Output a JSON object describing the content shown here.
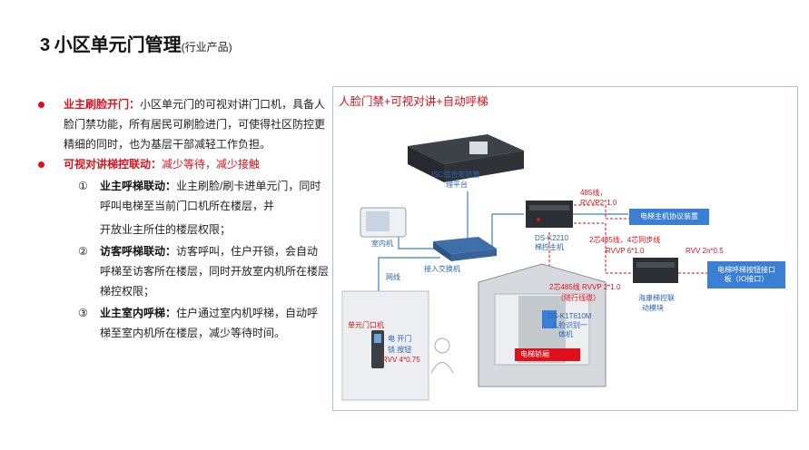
{
  "title": {
    "number": "3",
    "main": "小区单元门管理",
    "sub": "(行业产品)"
  },
  "bullets": [
    {
      "heading": "业主刷脸开门：",
      "body": "小区单元门的可视对讲门口机，具备人脸门禁功能，所有居民可刷脸进门，可使得社区防控更精细的同时，也为基层干部减轻工作负担。"
    },
    {
      "heading": "可视对讲梯控联动：",
      "body": "减少等待，减少接触"
    }
  ],
  "sub_items": [
    {
      "marker": "①",
      "heading": "业主呼梯联动：",
      "line1": "业主刷脸/刷卡进单元门，同时呼叫电梯至当前门口机所在楼层，并",
      "line2": "开放业主所住的楼层权限；"
    },
    {
      "marker": "②",
      "heading": "访客呼梯联动：",
      "line1": "访客呼叫，住户开锁，会自动呼梯至访客所在楼层，同时开放室内机所在楼层梯控权限；"
    },
    {
      "marker": "③",
      "heading": "业主室内呼梯：",
      "line1": "住户通过室内机呼梯，自动呼梯至室内机所在楼层，减少等待时间。"
    }
  ],
  "diagram": {
    "title": "人脸门禁+可视对讲+自动呼梯",
    "platform_label_1": "ISC综合安防管",
    "platform_label_2": "理平台",
    "indoor_label": "室内机",
    "switch_label": "接入交换机",
    "network_label": "网线",
    "master_model": "DS-K2210",
    "master_name": "梯控主机",
    "wire_485_top_1": "485线，",
    "wire_485_top_2": "RVVP2*1.0",
    "protocol_box": "电梯主机协议装置",
    "wire_mid": "2芯485线，4芯同步线",
    "wire_rvvp6": "RVVP 6*1.0",
    "wire_rvv2n": "RVV 2n*0.5",
    "button_box_1": "电梯呼梯按钮接口",
    "button_box_2": "板（IO接口）",
    "slave_name_1": "海康梯控联",
    "slave_name_2": "动模块",
    "wire_lift_1": "2芯485线 RVVP 2*1.0",
    "wire_lift_2": "（随行线缆）",
    "face_model": "DS-K1T610M",
    "face_name_1": "人脸识别一",
    "face_name_2": "体机",
    "elevator_car": "电梯轿厢",
    "door_station": "单元门口机",
    "lock_label_1": "电  开门",
    "lock_label_2": "锁  按钮",
    "lock_wire": "RVV 4*0.75"
  }
}
